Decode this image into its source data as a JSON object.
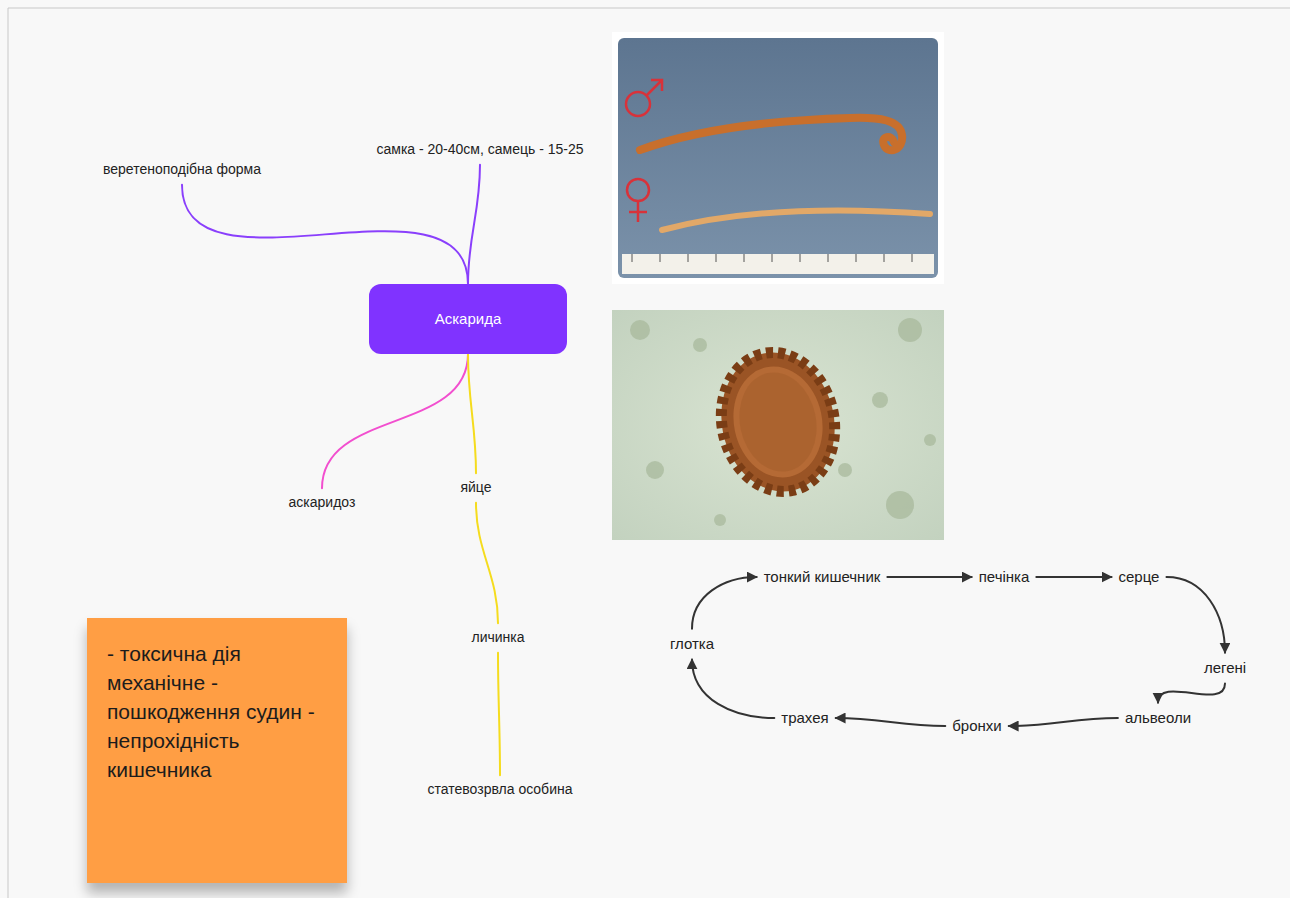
{
  "diagram": {
    "nodes": [
      {
        "text": [
          "веретеноподібна форма"
        ]
      },
      {
        "text": [
          "самка - 20-40см, самець - 15-25"
        ]
      },
      {
        "text": [
          "Аскарида"
        ]
      },
      {
        "text": [
          "аскаридоз"
        ]
      },
      {
        "text": [
          "яйце"
        ]
      },
      {
        "text": [
          "личинка"
        ]
      },
      {
        "text": [
          "статевозрвла особина"
        ]
      },
      {
        "text": [
          "- токсична дія механічне - пошкодження судин - непрохідність кишечника"
        ]
      },
      {
        "text": [
          "тонкий кишечник"
        ]
      },
      {
        "text": [
          "печінка"
        ]
      },
      {
        "text": [
          "серце"
        ]
      },
      {
        "text": [
          "легені"
        ]
      },
      {
        "text": [
          "альвеоли"
        ]
      },
      {
        "text": [
          "бронхи"
        ]
      },
      {
        "text": [
          "трахея"
        ]
      },
      {
        "text": [
          "глотка"
        ]
      }
    ],
    "edges": [
      {
        "from": 2,
        "to": 0,
        "arrow": "none"
      },
      {
        "from": 2,
        "to": 1,
        "arrow": "none"
      },
      {
        "from": 2,
        "to": 3,
        "arrow": "none"
      },
      {
        "from": 2,
        "to": 4,
        "arrow": "none"
      },
      {
        "from": 4,
        "to": 5,
        "arrow": "none"
      },
      {
        "from": 5,
        "to": 6,
        "arrow": "none"
      },
      {
        "from": 8,
        "to": 9,
        "arrow": "to"
      },
      {
        "from": 9,
        "to": 10,
        "arrow": "to"
      },
      {
        "from": 10,
        "to": 11,
        "arrow": "to"
      },
      {
        "from": 11,
        "to": 12,
        "arrow": "to"
      },
      {
        "from": 12,
        "to": 13,
        "arrow": "to"
      },
      {
        "from": 13,
        "to": 14,
        "arrow": "to"
      },
      {
        "from": 14,
        "to": 15,
        "arrow": "to"
      },
      {
        "from": 15,
        "to": 8,
        "arrow": "to"
      }
    ]
  }
}
